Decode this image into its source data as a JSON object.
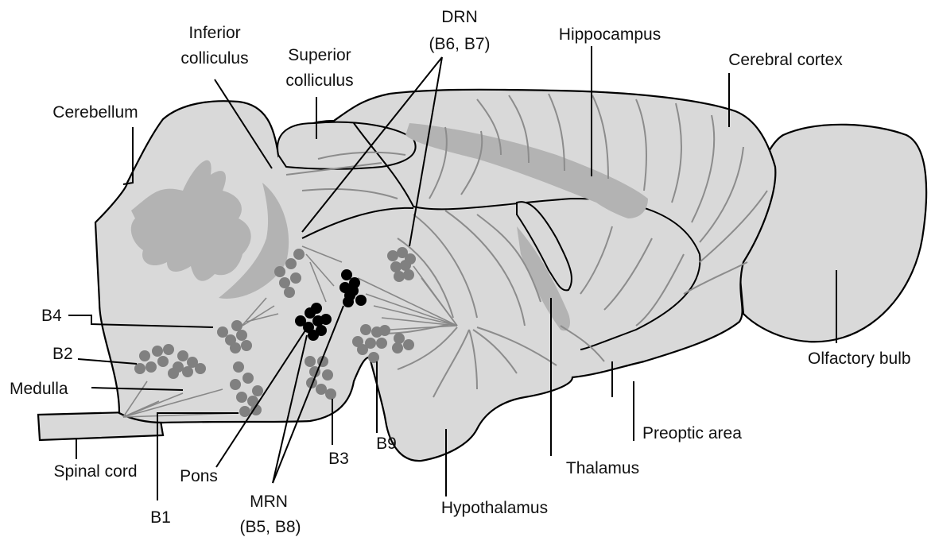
{
  "labels": {
    "inferior_colliculus": [
      "Inferior",
      "colliculus"
    ],
    "superior_colliculus": [
      "Superior",
      "colliculus"
    ],
    "drn": [
      "DRN",
      "(B6, B7)"
    ],
    "hippocampus": "Hippocampus",
    "cerebral_cortex": "Cerebral cortex",
    "cerebellum": "Cerebellum",
    "olfactory_bulb": "Olfactory bulb",
    "b4": "B4",
    "b2": "B2",
    "medulla": "Medulla",
    "spinal_cord": "Spinal cord",
    "pons": "Pons",
    "b1": "B1",
    "mrn": [
      "MRN",
      "(B5, B8)"
    ],
    "b3": "B3",
    "b9": "B9",
    "hypothalamus": "Hypothalamus",
    "thalamus": "Thalamus",
    "preoptic_area": "Preoptic area"
  },
  "colors": {
    "tissue": "#d9d9d9",
    "white_matter": "#b3b3b3",
    "gray_nucleus": "#808080",
    "black_nucleus": "#000000"
  }
}
